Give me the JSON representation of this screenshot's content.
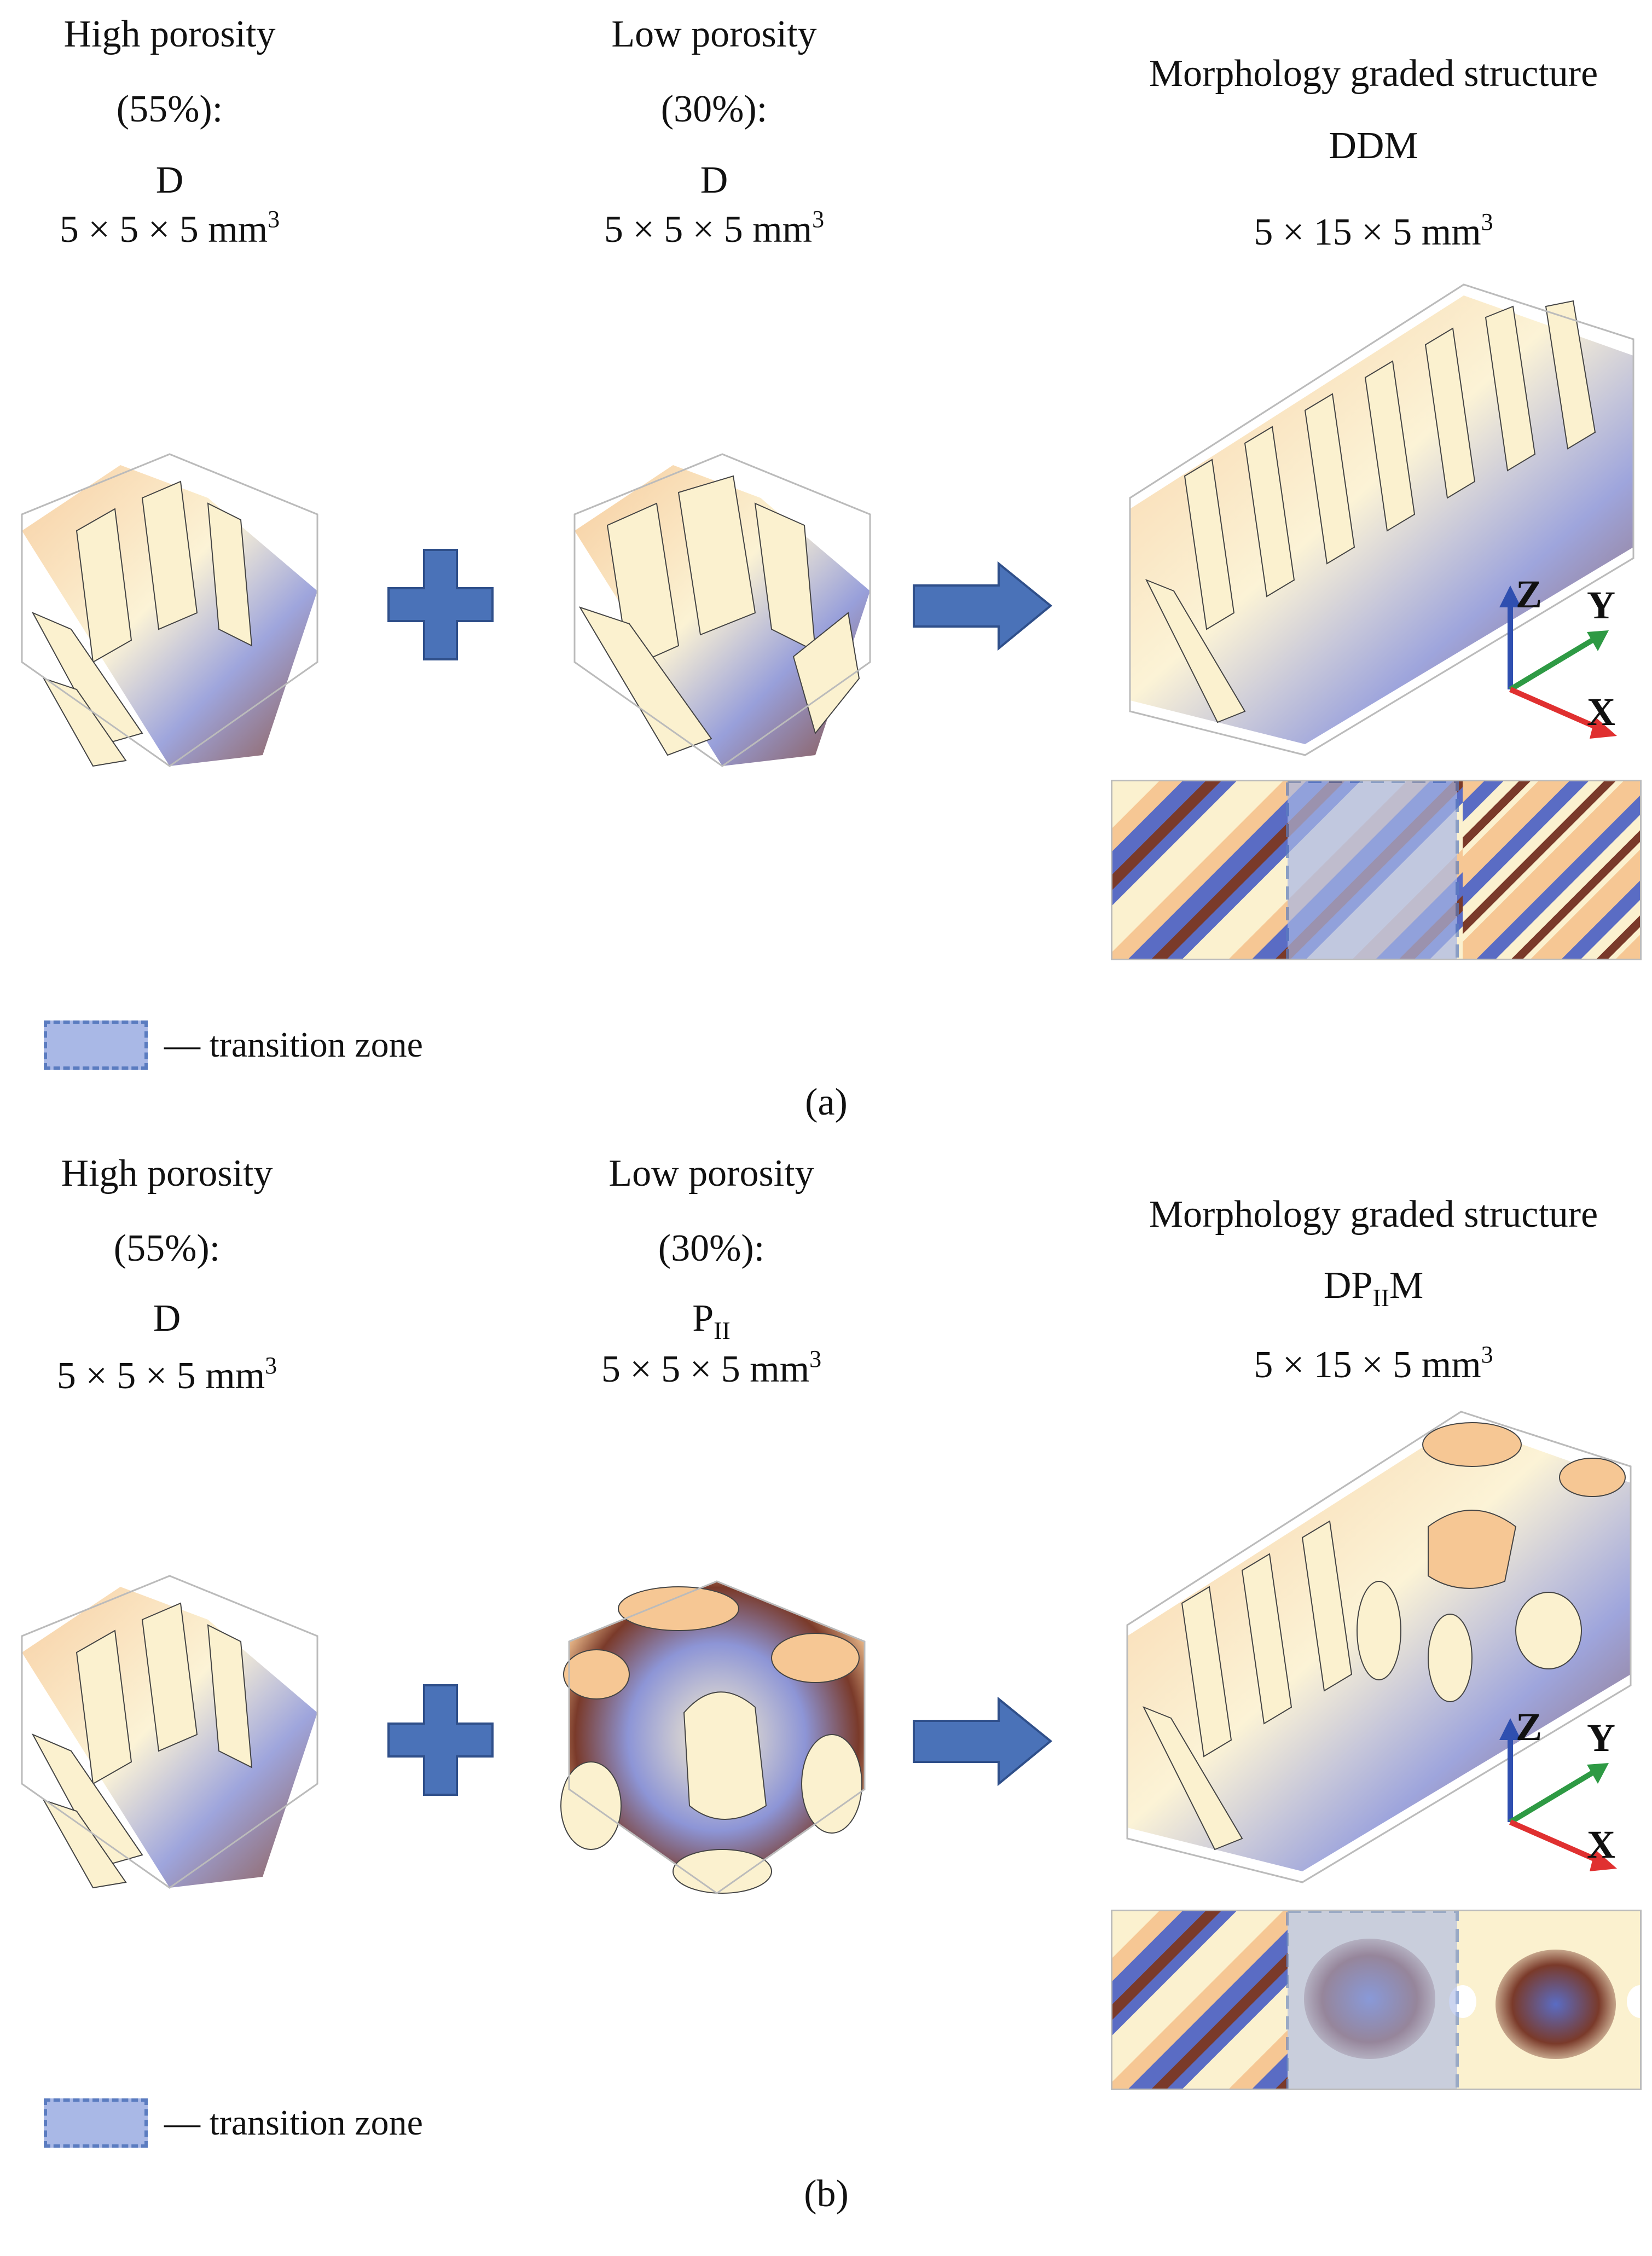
{
  "panels": [
    {
      "id": "a",
      "left": {
        "line1": "High porosity",
        "line2": "(55%):",
        "name": "D",
        "size_base": "5 × 5 × 5 mm",
        "size_exp": "3"
      },
      "middle": {
        "line1": "Low porosity",
        "line2": "(30%):",
        "name": "D",
        "name_sub": "",
        "size_base": "5 × 5 × 5 mm",
        "size_exp": "3"
      },
      "right": {
        "title": "Morphology graded structure",
        "name": "DDM",
        "name_main": "DDM",
        "name_sub": "",
        "name_end": "",
        "size_base": "5 × 15 × 5 mm",
        "size_exp": "3"
      },
      "legend": "— transition zone",
      "caption": "(a)"
    },
    {
      "id": "b",
      "left": {
        "line1": "High porosity",
        "line2": "(55%):",
        "name": "D",
        "size_base": "5 × 5 × 5 mm",
        "size_exp": "3"
      },
      "middle": {
        "line1": "Low porosity",
        "line2": "(30%):",
        "name": "P",
        "name_sub": "II",
        "size_base": "5 × 5 × 5 mm",
        "size_exp": "3"
      },
      "right": {
        "title": "Morphology graded structure",
        "name_main": "DP",
        "name_sub": "II",
        "name_end": "M",
        "size_base": "5 × 15 × 5 mm",
        "size_exp": "3"
      },
      "legend": "— transition zone",
      "caption": "(b)"
    }
  ],
  "axes": {
    "z": "Z",
    "y": "Y",
    "x": "X"
  },
  "colors": {
    "plus": "#4a72b8",
    "arrow": "#4a72b8",
    "surface_cream": "#fbf1cf",
    "surface_peach": "#f6c794",
    "surface_blue": "#5a6cc4",
    "surface_brown": "#7a3a2a",
    "transition_fill": "#a9b8e6",
    "transition_border": "#5b7cc0",
    "axis_x": "#e03030",
    "axis_y": "#2e9a44",
    "axis_z": "#2f4fb0"
  }
}
